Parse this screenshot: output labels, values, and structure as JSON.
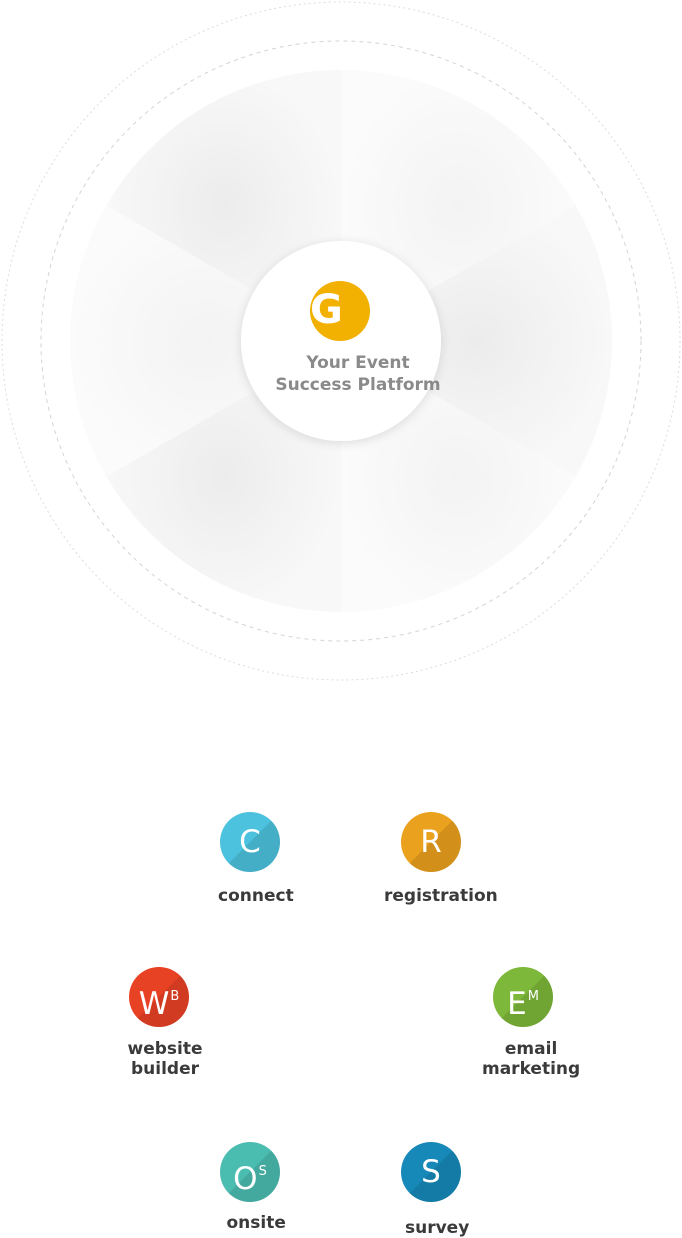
{
  "platform": {
    "logo_letter": "G",
    "logo_color": "#f2b000",
    "tagline_line1": "Your Event",
    "tagline_line2": "Success Platform"
  },
  "modules": [
    {
      "id": "connect",
      "letter": "C",
      "sup": "",
      "color": "#4dc2de",
      "label_lines": [
        "connect"
      ]
    },
    {
      "id": "registration",
      "letter": "R",
      "sup": "",
      "color": "#eaa11d",
      "label_lines": [
        "registration"
      ]
    },
    {
      "id": "email-marketing",
      "letter": "E",
      "sup": "M",
      "color": "#7db83a",
      "label_lines": [
        "email",
        "marketing"
      ]
    },
    {
      "id": "survey",
      "letter": "S",
      "sup": "",
      "color": "#1689b8",
      "label_lines": [
        "survey"
      ]
    },
    {
      "id": "onsite",
      "letter": "O",
      "sup": "S",
      "color": "#4bbcb0",
      "label_lines": [
        "onsite"
      ]
    },
    {
      "id": "website-builder",
      "letter": "W",
      "sup": "B",
      "color": "#e84225",
      "label_lines": [
        "website",
        "builder"
      ]
    }
  ]
}
